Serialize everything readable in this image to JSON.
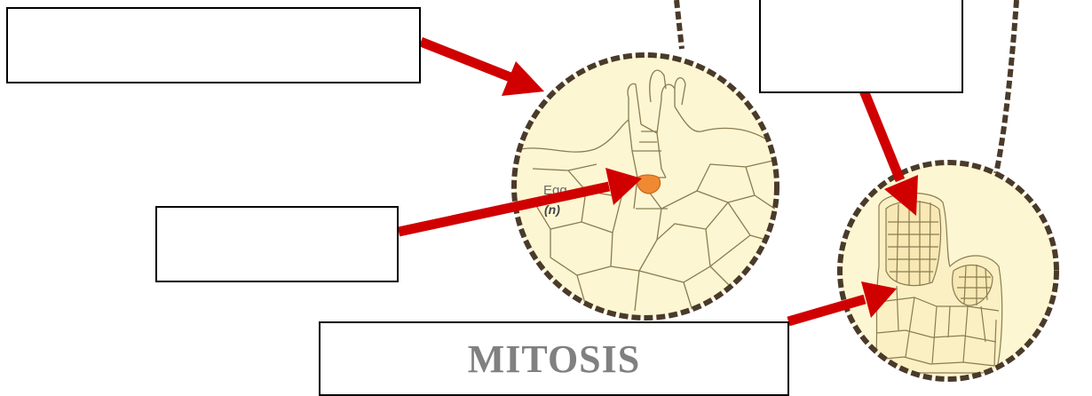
{
  "labels": {
    "top_left": "",
    "top_right": "",
    "middle_left": "",
    "bottom": "MITOSIS"
  },
  "specimen_text": {
    "partial_label": "Egg",
    "ploidy": "(n)"
  },
  "colors": {
    "tissue_fill": "#fdf6d2",
    "cell_outline": "#8a7c52",
    "dashed_outline": "#4a3a2a",
    "arrow": "#d00000",
    "egg_cell": "#f08a32",
    "mitosis_text": "#808080"
  }
}
